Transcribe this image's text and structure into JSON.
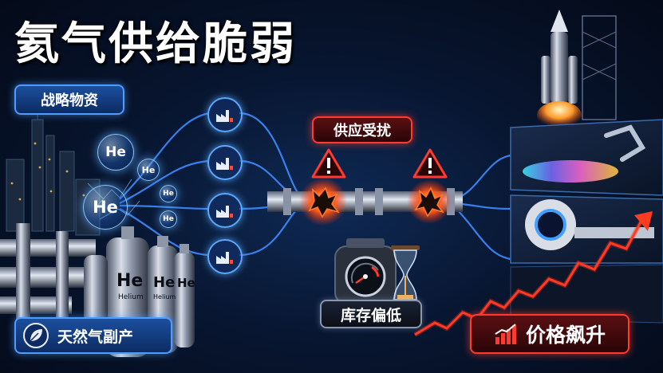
{
  "title": "氦气供给脆弱",
  "tags": {
    "strategic": "战略物资",
    "byproduct": "天然气副产",
    "supply_disrupted": "供应受扰",
    "low_inventory": "库存偏低",
    "price_soaring": "价格飙升"
  },
  "bubbles": [
    "He",
    "He",
    "He",
    "He",
    "He"
  ],
  "cylinders": [
    {
      "symbol": "He",
      "name": "Helium"
    },
    {
      "symbol": "He",
      "name": "Helium"
    },
    {
      "symbol": "He",
      "name": ""
    }
  ],
  "colors": {
    "accent_blue": "#4f9bff",
    "alert_red": "#ff3b30",
    "price_red": "#ff2a1a"
  },
  "icons": [
    "leaf-icon",
    "warning-icon",
    "factory-icon",
    "pressure-gauge-icon",
    "hourglass-icon",
    "rising-bar-chart-icon"
  ]
}
